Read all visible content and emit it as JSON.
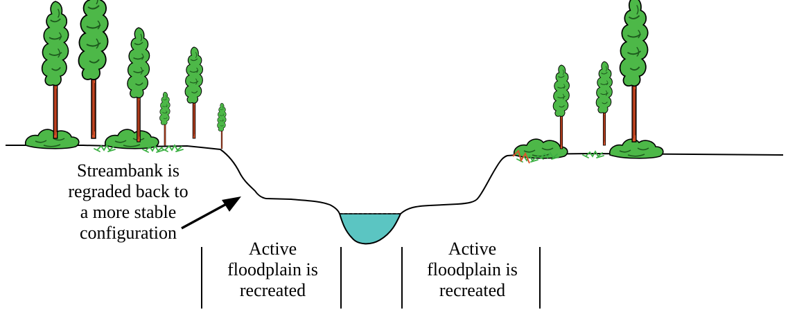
{
  "annotations": {
    "streambank": {
      "lines": [
        "Streambank is",
        "regraded back to",
        "a more stable",
        "configuration"
      ]
    },
    "floodplain_left": {
      "lines": [
        "Active",
        "floodplain is",
        "recreated"
      ]
    },
    "floodplain_right": {
      "lines": [
        "Active",
        "floodplain is",
        "recreated"
      ]
    }
  },
  "colors": {
    "water": "#5bc5c2",
    "foliage": "#4db848",
    "foliage_dark": "#1d5a1d",
    "trunk": "#d9542b",
    "grass": "#3cb043",
    "outline": "#000000"
  },
  "icons": [
    "tree-icon",
    "shrub-icon",
    "grass-tuft-icon",
    "arrow-icon"
  ]
}
